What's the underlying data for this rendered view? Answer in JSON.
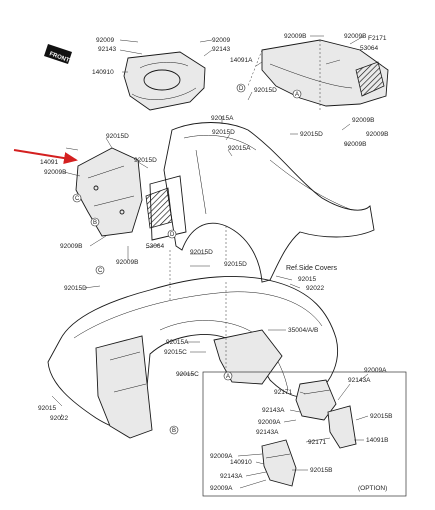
{
  "diagram": {
    "catalog_ref": "F2171",
    "front_label": "FRONT",
    "note_ref_side_covers": "Ref.Side Covers",
    "option_label": "(OPTION)",
    "callouts": {
      "a": "A",
      "b": "B",
      "c": "C",
      "d": "D"
    },
    "labels": {
      "l1": "92009",
      "l2": "92143",
      "l3": "140910",
      "l4": "92009",
      "l5": "92143",
      "l6": "92009B",
      "l7": "92009B",
      "l8": "14091A",
      "l9": "53064",
      "l10": "92015D",
      "l11": "92015A",
      "l12": "92015D",
      "l13": "92009B",
      "l14": "92009B",
      "l15": "92009B",
      "l16": "92015D",
      "l17": "14091",
      "l18": "92009B",
      "l19": "92015D",
      "l20": "92015A",
      "l21": "92015D",
      "l22": "92009B",
      "l23": "92009B",
      "l24": "53064",
      "l25": "92015D",
      "l26": "92015D",
      "l27": "92015",
      "l28": "92022",
      "l29": "92015D",
      "l30": "35004/A/B",
      "l31": "92015A",
      "l32": "92015C",
      "l33": "92015C",
      "l34": "92015",
      "l35": "92022",
      "o1": "92009A",
      "o2": "92171",
      "o3": "92143A",
      "o4": "92143A",
      "o5": "92015B",
      "o6": "92009A",
      "o7": "92171",
      "o8": "92143A",
      "o9": "14091B",
      "o10": "92009A",
      "o11": "140910",
      "o12": "92015B",
      "o13": "92143A",
      "o14": "92009A"
    }
  }
}
